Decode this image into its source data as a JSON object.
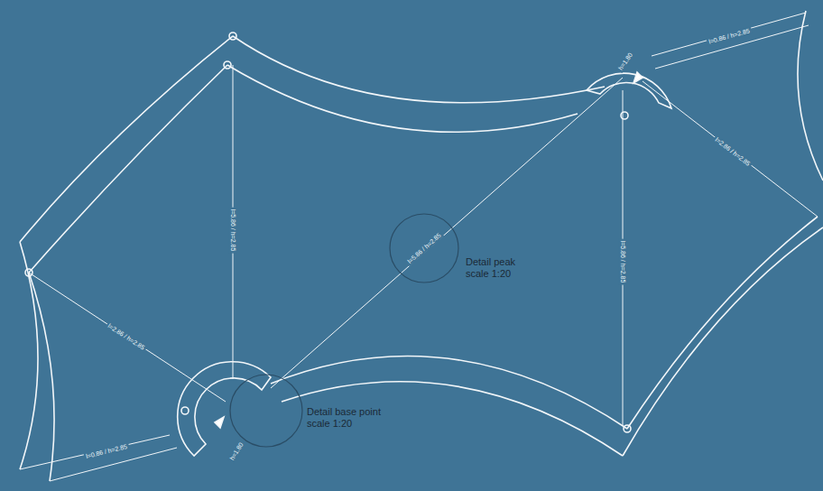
{
  "diagram": {
    "labels": [
      "l=5.86 / h=2.85",
      "l=5.86 / h=2.85",
      "l=5.86 / h=2.85",
      "l=2.86 / h=2.85",
      "l=2.86 / h=2.85",
      "l=0.86 / h=2.85",
      "l=0.86 / h=2.85",
      "h=1.80",
      "h=1.80",
      "Detail peak scale 1:20",
      "Detail base point scale 1:20"
    ]
  }
}
